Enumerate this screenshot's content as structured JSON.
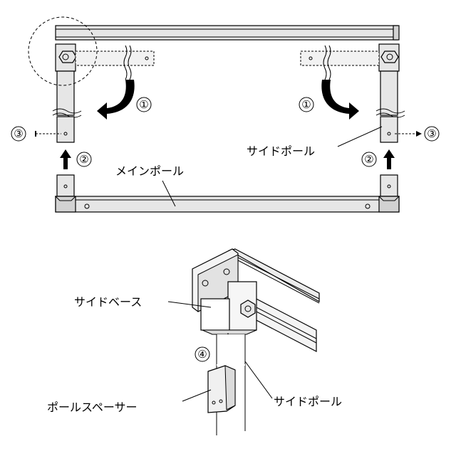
{
  "labels": {
    "side_pole_top": "サイドポール",
    "main_pole": "メインポール",
    "side_base": "サイドベース",
    "side_pole_bottom": "サイドポール",
    "pole_spacer": "ポールスペーサー"
  },
  "steps": {
    "one_left": "①",
    "one_right": "①",
    "two_left": "②",
    "two_right": "②",
    "three_left": "③",
    "three_right": "③",
    "four": "④"
  }
}
